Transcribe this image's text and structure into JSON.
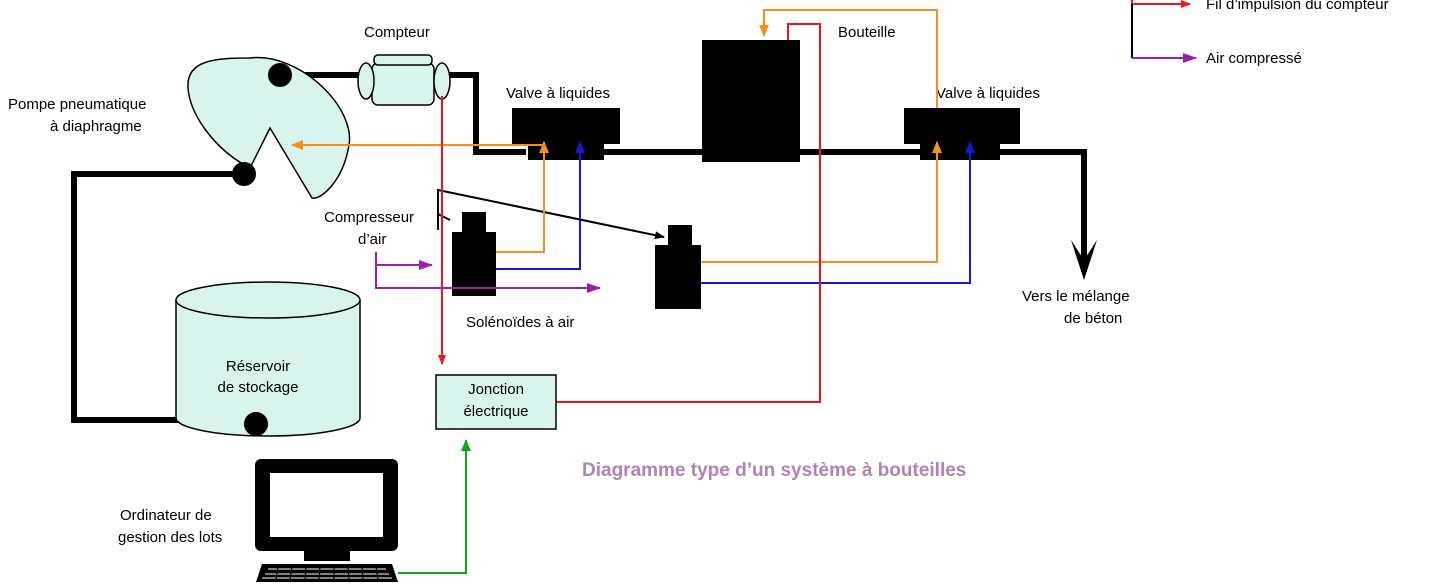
{
  "title": "Diagramme type d’un système à bouteilles",
  "labels": {
    "compteur": "Compteur",
    "pompe_l1": "Pompe pneumatique",
    "pompe_l2": "à diaphragme",
    "valve1": "Valve à liquides",
    "valve2": "Valve à liquides",
    "bouteille": "Bouteille",
    "compresseur_l1": "Compresseur",
    "compresseur_l2": "d’air",
    "solenoides": "Solénoïdes à air",
    "reservoir_l1": "Réservoir",
    "reservoir_l2": "de stockage",
    "jonction_l1": "Jonction",
    "jonction_l2": "électrique",
    "melange_l1": "Vers le mélange",
    "melange_l2": "de béton",
    "ordinateur_l1": "Ordinateur de",
    "ordinateur_l2": "gestion des lots"
  },
  "legend": {
    "impulsion": "Fil d’impulsion du compteur",
    "air": "Air compressé"
  },
  "colors": {
    "title": "#b183ae",
    "impulse_wire": "#e8151b",
    "compressed_air": "#9d1fa5",
    "control_air_orange": "#f5901e",
    "control_air_blue": "#1418d6",
    "signal_green": "#15a21c",
    "fill_light": "#d9f4ed",
    "pipe": "#000000"
  }
}
